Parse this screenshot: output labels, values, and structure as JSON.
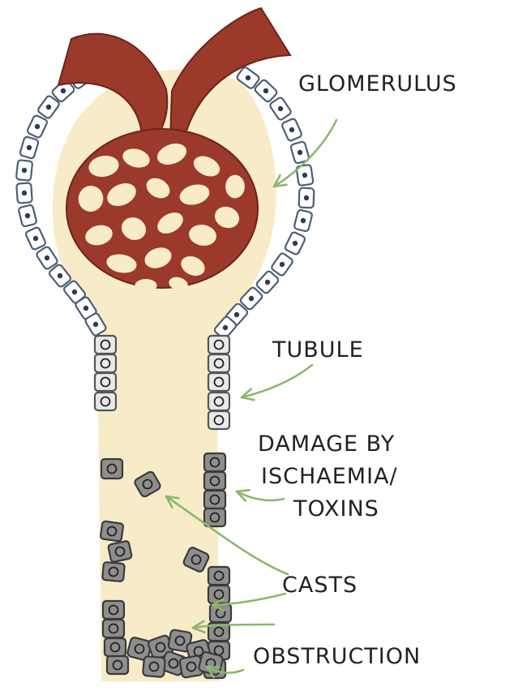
{
  "labels": {
    "glomerulus": "GLOMERULUS",
    "tubule": "TUBULE",
    "damage_line1": "DAMAGE BY",
    "damage_line2": "ISCHAEMIA/",
    "damage_line3": "TOXINS",
    "casts": "CASTS",
    "obstruction": "OBSTRUCTION"
  },
  "colors": {
    "lumen": "#f8ecc8",
    "capillary": "#9b3a2b",
    "capillary_dark": "#6e2419",
    "epithelium": "#ffffff",
    "epithelium_outline": "#4a5f7a",
    "nucleus": "#2f3b56",
    "damaged_cell": "#8e8e8e",
    "damaged_outline": "#3a3a3a",
    "arrow": "#8cb86a",
    "text": "#222222"
  }
}
